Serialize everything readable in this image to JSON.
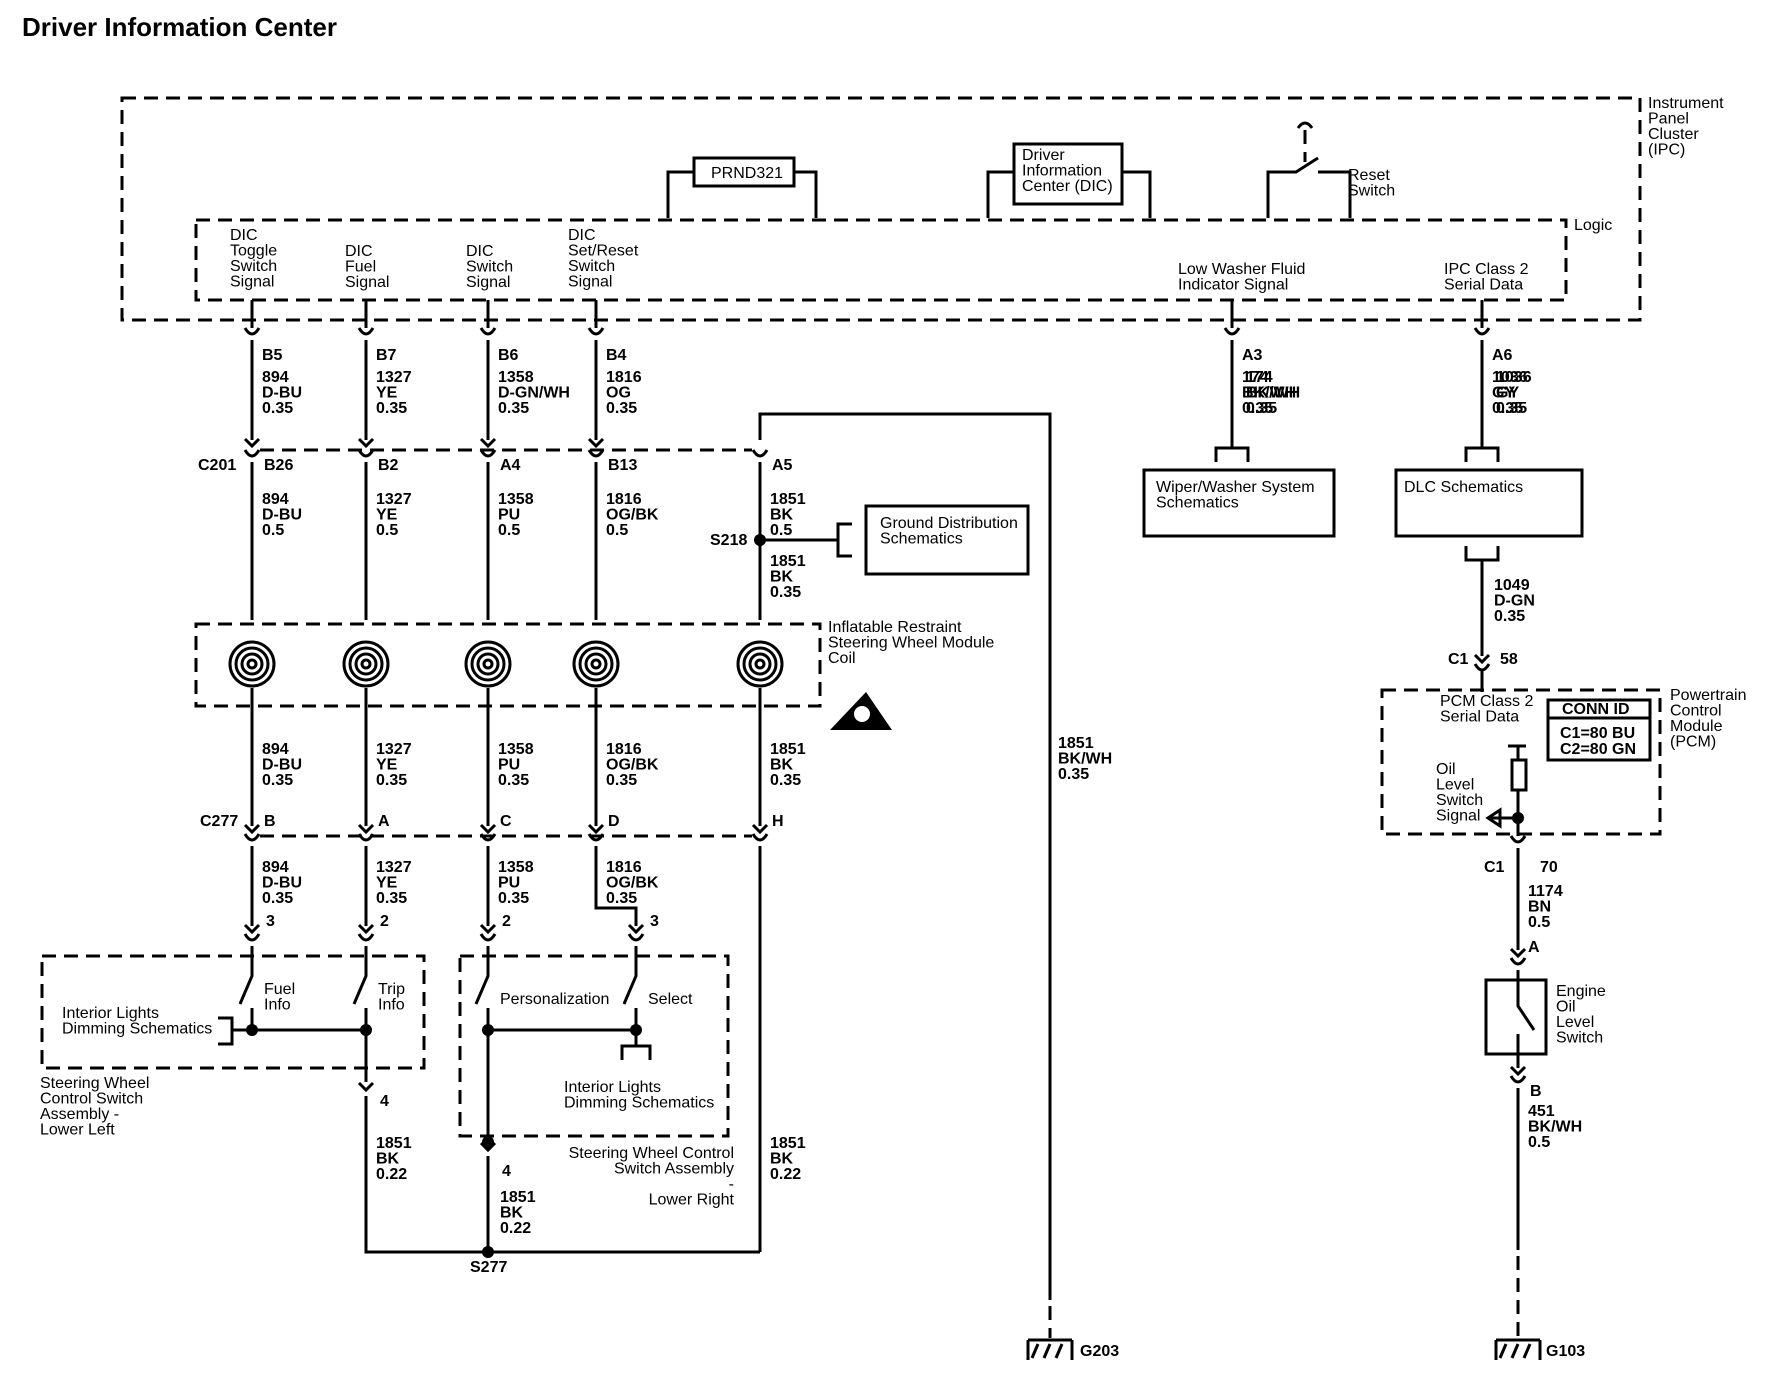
{
  "title": "Driver Information Center",
  "ipc": {
    "name": "Instrument Panel Cluster (IPC)",
    "logic": "Logic",
    "prnd": "PRND321",
    "dic": "Driver Information Center (DIC)",
    "reset": "Reset Switch",
    "signals": [
      "DIC Toggle Switch Signal",
      "DIC Fuel Signal",
      "DIC Switch Signal",
      "DIC Set/Reset Switch Signal",
      "Low Washer Fluid Indicator Signal",
      "IPC Class 2 Serial Data"
    ]
  },
  "ipc_pins": [
    "B5",
    "B7",
    "B6",
    "B4",
    "A3",
    "A6"
  ],
  "upper_wires": [
    {
      "circuit": "894",
      "color": "D-BU",
      "gauge": "0.35"
    },
    {
      "circuit": "1327",
      "color": "YE",
      "gauge": "0.35"
    },
    {
      "circuit": "1358",
      "color": "D-GN/WH",
      "gauge": "0.35"
    },
    {
      "circuit": "1816",
      "color": "OG",
      "gauge": "0.35"
    },
    {
      "circuit": "174",
      "color": "BK/WH",
      "gauge": "0.35"
    },
    {
      "circuit": "1036",
      "color": "GY",
      "gauge": "0.35"
    }
  ],
  "c201": {
    "name": "C201",
    "pins": [
      "B26",
      "B2",
      "A4",
      "B13",
      "A5"
    ]
  },
  "mid_wires": [
    {
      "circuit": "894",
      "color": "D-BU",
      "gauge": "0.5"
    },
    {
      "circuit": "1327",
      "color": "YE",
      "gauge": "0.5"
    },
    {
      "circuit": "1358",
      "color": "PU",
      "gauge": "0.5"
    },
    {
      "circuit": "1816",
      "color": "OG/BK",
      "gauge": "0.5"
    },
    {
      "circuit": "1851",
      "color": "BK",
      "gauge": "0.5"
    }
  ],
  "s218": {
    "name": "S218",
    "wire": {
      "circuit": "1851",
      "color": "BK",
      "gauge": "0.35"
    }
  },
  "ground_dist": "Ground Distribution Schematics",
  "coil": "Inflatable Restraint Steering Wheel Module Coil",
  "coil_wires": [
    {
      "circuit": "894",
      "color": "D-BU",
      "gauge": "0.35"
    },
    {
      "circuit": "1327",
      "color": "YE",
      "gauge": "0.35"
    },
    {
      "circuit": "1358",
      "color": "PU",
      "gauge": "0.35"
    },
    {
      "circuit": "1816",
      "color": "OG/BK",
      "gauge": "0.35"
    },
    {
      "circuit": "1851",
      "color": "BK",
      "gauge": "0.35"
    }
  ],
  "c277": {
    "name": "C277",
    "pins": [
      "B",
      "A",
      "C",
      "D",
      "H"
    ]
  },
  "low_wires": [
    {
      "circuit": "894",
      "color": "D-BU",
      "gauge": "0.35"
    },
    {
      "circuit": "1327",
      "color": "YE",
      "gauge": "0.35"
    },
    {
      "circuit": "1358",
      "color": "PU",
      "gauge": "0.35"
    },
    {
      "circuit": "1816",
      "color": "OG/BK",
      "gauge": "0.35"
    }
  ],
  "switch_pins": [
    "3",
    "2",
    "2",
    "3"
  ],
  "left_switch": {
    "fuel": "Fuel Info",
    "trip": "Trip Info",
    "dimming": "Interior Lights Dimming Schematics",
    "assembly": "Steering Wheel Control Switch Assembly - Lower Left",
    "gnd_pin": "4",
    "gnd_wire": {
      "circuit": "1851",
      "color": "BK",
      "gauge": "0.22"
    }
  },
  "right_switch": {
    "personalization": "Personalization",
    "select": "Select",
    "dimming": "Interior Lights Dimming Schematics",
    "assembly": "Steering Wheel Control Switch Assembly - Lower Right",
    "gnd_pin": "4",
    "gnd_wire": {
      "circuit": "1851",
      "color": "BK",
      "gauge": "0.22"
    }
  },
  "h_wire": {
    "circuit": "1851",
    "color": "BK",
    "gauge": "0.22"
  },
  "s277": "S277",
  "g203": {
    "name": "G203",
    "wire": {
      "circuit": "1851",
      "color": "BK/WH",
      "gauge": "0.35"
    }
  },
  "wiper": "Wiper/Washer System Schematics",
  "dlc": "DLC Schematics",
  "dlc_wire": {
    "circuit": "1049",
    "color": "D-GN",
    "gauge": "0.35"
  },
  "pcm": {
    "c1": "C1",
    "pin_in": "58",
    "serial": "PCM Class 2 Serial Data",
    "conn_id": "CONN ID",
    "c1_desc": "C1=80 BU",
    "c2_desc": "C2=80 GN",
    "name": "Powertrain Control Module (PCM)",
    "oil_signal": "Oil Level Switch Signal",
    "pin_out": "70"
  },
  "oil_wire": {
    "circuit": "1174",
    "color": "BN",
    "gauge": "0.5"
  },
  "oil_switch": {
    "name": "Engine Oil Level Switch",
    "pin_a": "A",
    "pin_b": "B"
  },
  "g103": {
    "name": "G103",
    "wire": {
      "circuit": "451",
      "color": "BK/WH",
      "gauge": "0.5"
    }
  }
}
